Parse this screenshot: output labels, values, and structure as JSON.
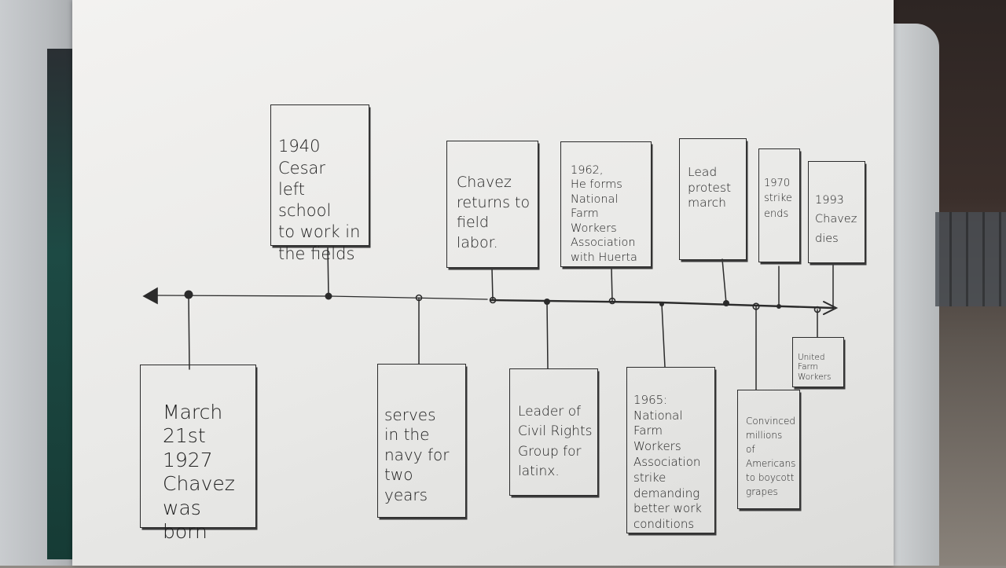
{
  "timeline": {
    "events": [
      {
        "id": "born",
        "text": "March 21st\n1927\nChavez\nwas\nborn"
      },
      {
        "id": "school",
        "text": "1940\nCesar\nleft school\nto work in\nthe fields"
      },
      {
        "id": "navy",
        "text": "serves\nin the\nnavy for\ntwo years"
      },
      {
        "id": "returns",
        "text": "Chavez\nreturns to\nfield\nlabor."
      },
      {
        "id": "civil",
        "text": "Leader of\nCivil Rights\nGroup for\nlatinx."
      },
      {
        "id": "nfwa",
        "text": "1962,\nHe forms\nNational\nFarm Workers\nAssociation\nwith Huerta"
      },
      {
        "id": "strike1965",
        "text": "1965:\nNational\nFarm Workers\nAssociation\nstrike\ndemanding\nbetter work\nconditions"
      },
      {
        "id": "protest",
        "text": "Lead\nprotest\nmarch"
      },
      {
        "id": "boycott",
        "text": "Convinced\nmillions\nof Americans\nto boycott\ngrapes"
      },
      {
        "id": "strikeends",
        "text": "1970\nstrike\nends"
      },
      {
        "id": "ufw",
        "text": "United\nFarm\nWorkers"
      },
      {
        "id": "dies",
        "text": "1993\nChavez\ndies"
      }
    ]
  },
  "colors": {
    "ink": "#2b2b2b",
    "paper": "#efefed"
  }
}
